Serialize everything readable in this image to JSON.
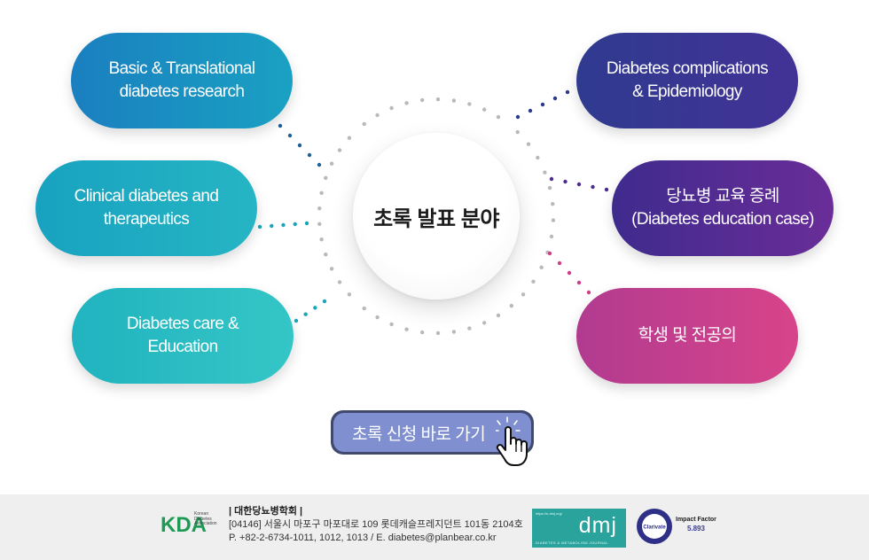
{
  "center": {
    "title": "초록 발표 분야"
  },
  "left_pills": [
    {
      "label": "Basic & Translational\ndiabetes research",
      "color_a": "#1a7fc0",
      "color_b": "#1aa1c2"
    },
    {
      "label": "Clinical diabetes and\ntherapeutics",
      "color_a": "#18a2c0",
      "color_b": "#26b5c4"
    },
    {
      "label": "Diabetes care &\nEducation",
      "color_a": "#21b3bf",
      "color_b": "#34c6c6"
    }
  ],
  "right_pills": [
    {
      "label": "Diabetes complications\n& Epidemiology",
      "color_a": "#2f3b8f",
      "color_b": "#423296"
    },
    {
      "label": "당뇨병 교육 증례\n(Diabetes education case)",
      "color_a": "#3f2b8d",
      "color_b": "#6a2d98"
    },
    {
      "label": "학생 및 전공의",
      "color_a": "#b13b90",
      "color_b": "#d8448a"
    }
  ],
  "cta": {
    "label": "초록 신청 바로 가기"
  },
  "footer": {
    "kda_letters": "KDA",
    "kda_name_1": "Korean",
    "kda_name_2": "Diabetes",
    "kda_name_3": "Association",
    "org": "| 대한당뇨병학회 |",
    "address": "[04146] 서울시 마포구 마포대로 109 롯데캐슬프레지던트 101동 2104호",
    "contact": "P. +82-2-6734-1011, 1012, 1013 / E. diabetes@planbear.co.kr",
    "dmj_url": "https://e-dmj.org/",
    "dmj_logo": "dmj",
    "dmj_sub": "DIABETES & METABOLISM JOURNAL",
    "badge_text": "Clarivate",
    "impact_label": "Impact Factor",
    "impact_value": "5.893"
  },
  "colors": {
    "dot_gray": "#b9b9bc",
    "dot_blue": "#1e5f96",
    "dot_teal": "#1aa5b8",
    "dot_navy": "#2a3a8a",
    "dot_purple": "#4a2d8c",
    "dot_pink": "#cf3c8a"
  }
}
